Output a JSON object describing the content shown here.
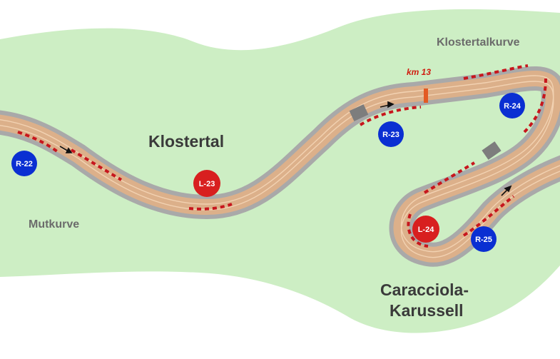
{
  "title": "",
  "colors": {
    "grass": "#cdeec4",
    "asphalt_edge": "#a9a9a9",
    "track_surface": "#dcb08a",
    "track_line": "#f2d2b2",
    "kerb_red": "#c7161d",
    "kerb_white": "#ffffff",
    "marker_right": "#0a2fd2",
    "marker_left": "#d81f1f",
    "km_text": "#d01c10",
    "label_dark": "#3a3a3a",
    "label_gray": "#6b6b6b"
  },
  "labels": {
    "klostertal": "Klostertal",
    "klostertalkurve": "Klostertalkurve",
    "mutkurve": "Mutkurve",
    "karussell_line1": "Caracciola-",
    "karussell_line2": "Karussell",
    "km_marker": "km 13"
  },
  "markers": [
    {
      "id": "r22",
      "text": "R-22",
      "side": "right"
    },
    {
      "id": "l23",
      "text": "L-23",
      "side": "left"
    },
    {
      "id": "r23",
      "text": "R-23",
      "side": "right"
    },
    {
      "id": "r24",
      "text": "R-24",
      "side": "right"
    },
    {
      "id": "l24",
      "text": "L-24",
      "side": "left"
    },
    {
      "id": "r25",
      "text": "R-25",
      "side": "right"
    }
  ],
  "icons": {
    "direction": "direction-arrow-icon"
  }
}
